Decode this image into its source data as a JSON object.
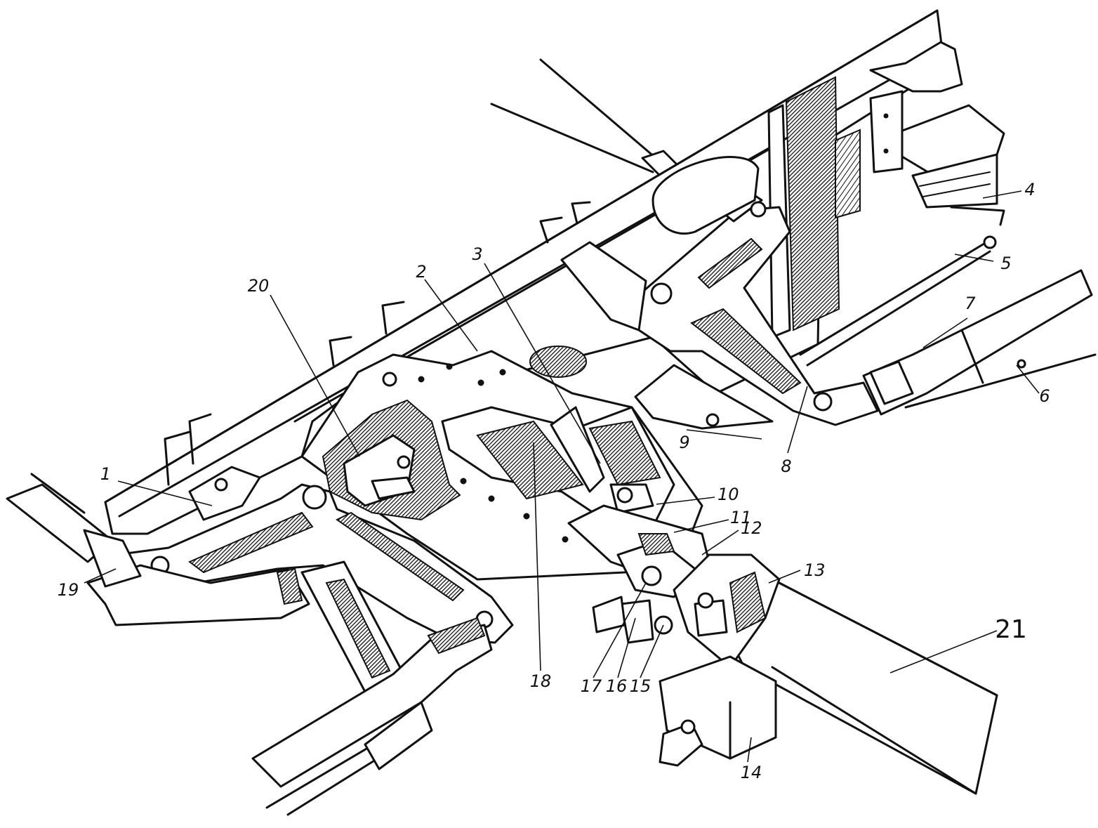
{
  "figure": {
    "callouts": [
      {
        "id": "c1",
        "text": "1"
      },
      {
        "id": "c2",
        "text": "2"
      },
      {
        "id": "c3",
        "text": "3"
      },
      {
        "id": "c4",
        "text": "4"
      },
      {
        "id": "c5",
        "text": "5"
      },
      {
        "id": "c6",
        "text": "6"
      },
      {
        "id": "c7",
        "text": "7"
      },
      {
        "id": "c8",
        "text": "8"
      },
      {
        "id": "c9",
        "text": "9"
      },
      {
        "id": "c10",
        "text": "10"
      },
      {
        "id": "c11",
        "text": "11"
      },
      {
        "id": "c12",
        "text": "12"
      },
      {
        "id": "c13",
        "text": "13"
      },
      {
        "id": "c14",
        "text": "14"
      },
      {
        "id": "c15",
        "text": "15"
      },
      {
        "id": "c16",
        "text": "16"
      },
      {
        "id": "c17",
        "text": "17"
      },
      {
        "id": "c18",
        "text": "18"
      },
      {
        "id": "c19",
        "text": "19"
      },
      {
        "id": "c20",
        "text": "20"
      },
      {
        "id": "c21",
        "text": "21"
      }
    ]
  }
}
